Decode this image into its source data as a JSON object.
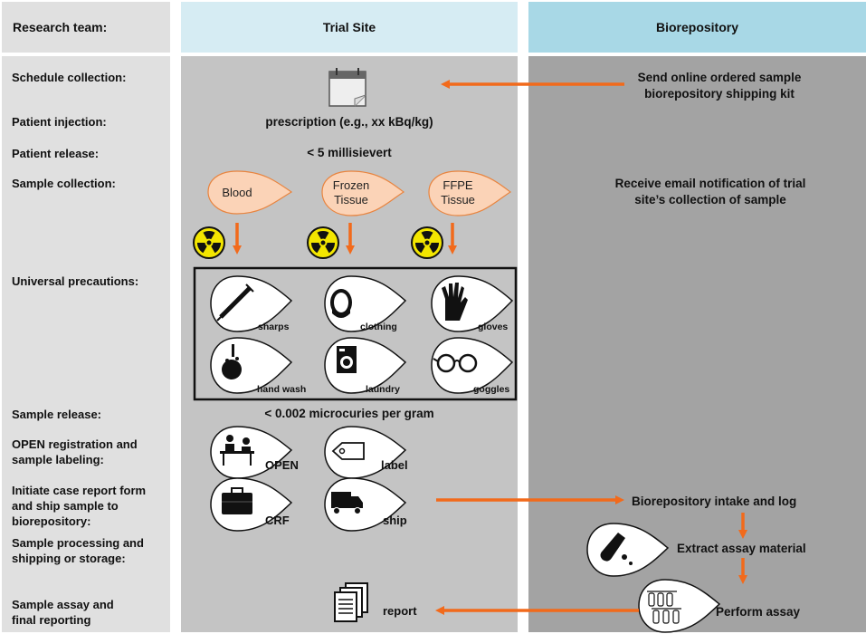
{
  "header": {
    "research_team": "Research team:",
    "trial_site": "Trial Site",
    "biorepository": "Biorepository"
  },
  "rows": {
    "schedule": "Schedule collection:",
    "injection": "Patient injection:",
    "release": "Patient release:",
    "collection": "Sample collection:",
    "precautions": "Universal precautions:",
    "sample_release": "Sample release:",
    "open_reg_1": "OPEN registration and",
    "open_reg_2": "sample labeling:",
    "crf_1": "Initiate case report form",
    "crf_2": "and ship sample to",
    "crf_3": "biorepository:",
    "processing_1": "Sample processing and",
    "processing_2": "shipping or storage:",
    "assay_1": "Sample assay and",
    "assay_2": "final reporting"
  },
  "trial_site": {
    "prescription": "prescription (e.g., xx kBq/kg)",
    "release_limit": "< 5 millisievert",
    "sample_release_limit": "< 0.002 microcuries per gram",
    "samples": [
      {
        "line1": "Blood",
        "line2": ""
      },
      {
        "line1": "Frozen",
        "line2": "Tissue"
      },
      {
        "line1": "FFPE",
        "line2": "Tissue"
      }
    ],
    "precautions": [
      "sharps",
      "clothing",
      "gloves",
      "hand wash",
      "laundry",
      "goggles"
    ],
    "open_label": "OPEN",
    "label_label": "label",
    "crf_label": "CRF",
    "ship_label": "ship",
    "report_label": "report"
  },
  "biorepository": {
    "kit_1": "Send online ordered sample",
    "kit_2": "biorepository shipping kit",
    "notify_1": "Receive email notification of trial",
    "notify_2": "site’s collection of sample",
    "intake": "Biorepository intake and log",
    "extract": "Extract assay material",
    "assay": "Perform assay"
  },
  "colors": {
    "arrow": "#f26a1b",
    "bubble_fill": "#fbd3b7",
    "bubble_stroke": "#e8843f",
    "radiation": "#f3e600"
  }
}
